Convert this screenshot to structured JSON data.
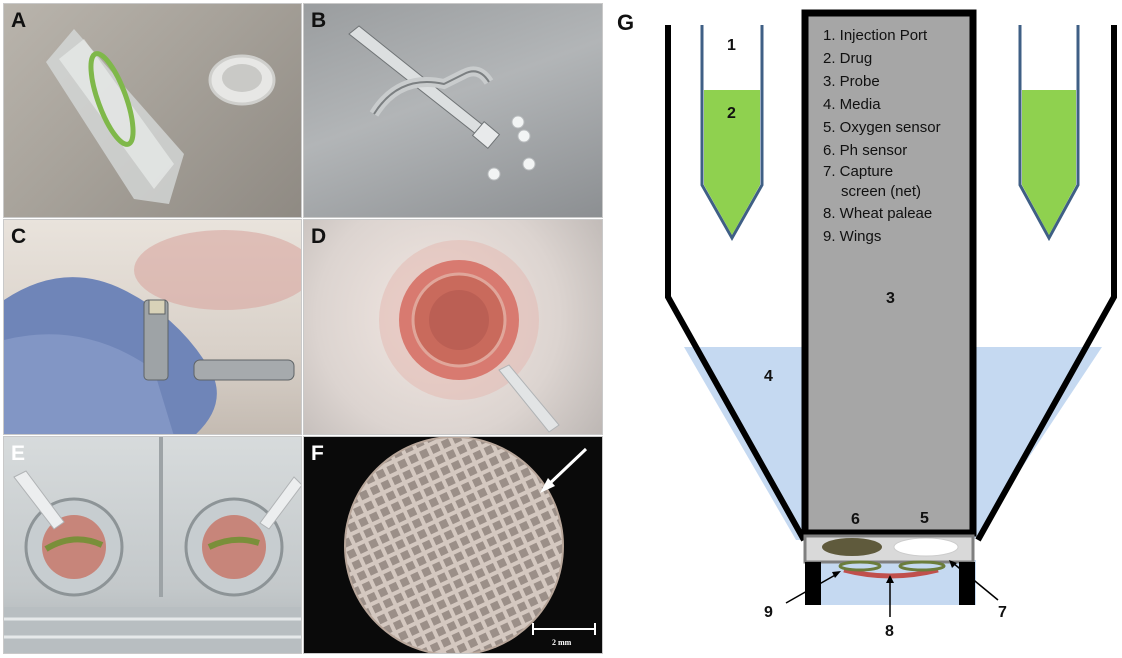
{
  "panels": {
    "a": {
      "label": "A"
    },
    "b": {
      "label": "B"
    },
    "c": {
      "label": "C"
    },
    "d": {
      "label": "D"
    },
    "e": {
      "label": "E"
    },
    "f": {
      "label": "F",
      "scale_label": "2 mm"
    }
  },
  "diagram": {
    "label": "G",
    "legend": [
      "1. Injection Port",
      "2. Drug",
      "3. Probe",
      "4. Media",
      "5. Oxygen sensor",
      "6. Ph sensor",
      "7. Capture",
      "screen (net)",
      "8. Wheat paleae",
      "9. Wings"
    ],
    "numbers": {
      "n1": "1",
      "n2": "2",
      "n3": "3",
      "n4": "4",
      "n5": "5",
      "n6": "6",
      "n7": "7",
      "n8": "8",
      "n9": "9"
    },
    "colors": {
      "drug": "#8fd14f",
      "media": "#c5d9f1",
      "probe": "#a6a6a6",
      "ph_sensor": "#5f5a3c",
      "oxygen_sensor": "#ffffff",
      "wings": "#c0504d",
      "paleae": "#6b7d3c",
      "outline": "#000000"
    }
  }
}
